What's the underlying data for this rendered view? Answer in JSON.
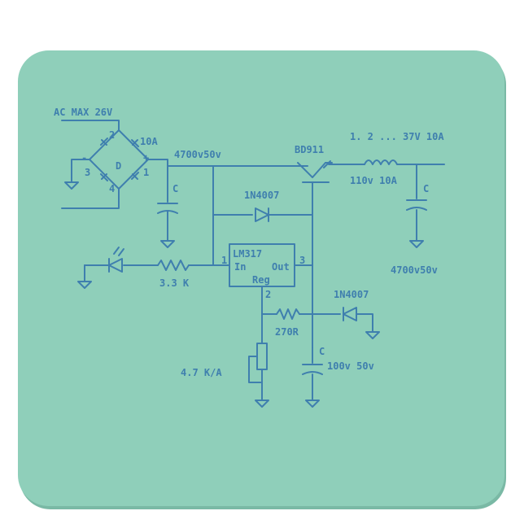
{
  "colors": {
    "pad_fill": "#8fcfba",
    "pad_shadow": "#7ab9a5",
    "ink": "#3f7fae",
    "background": "#ffffff"
  },
  "labels": {
    "ac_max": "AC MAX 26V",
    "pin_2": "2",
    "pin_minus": "-",
    "pin_plus": "+",
    "pin_3": "3",
    "pin_1": "1",
    "pin_4": "4",
    "bridge_d": "D",
    "fuse_rating": "10A",
    "cap_main": "4700v50v",
    "cap_main_mark": "C",
    "transistor": "BD911",
    "output_range": "1. 2 ... 37V 10A",
    "inductor_rating": "110v 10A",
    "cap_out_mark": "C",
    "cap_out": "4700v50v",
    "diode_top": "1N4007",
    "regulator_name": "LM317",
    "reg_in": "In",
    "reg_out": "Out",
    "reg_adj": "Reg",
    "reg_pin1": "1",
    "reg_pin3": "3",
    "reg_pin2": "2",
    "res_input": "3.3 K",
    "res_adj": "270R",
    "diode_bottom": "1N4007",
    "cap_adj_mark": "C",
    "cap_adj": "100v 50v",
    "pot": "4.7 K/A"
  },
  "icons": [
    "led-icon",
    "diode-icon",
    "resistor-icon",
    "potentiometer-icon",
    "capacitor-icon",
    "inductor-icon",
    "ground-icon",
    "bridge-rectifier-icon",
    "transistor-icon"
  ]
}
